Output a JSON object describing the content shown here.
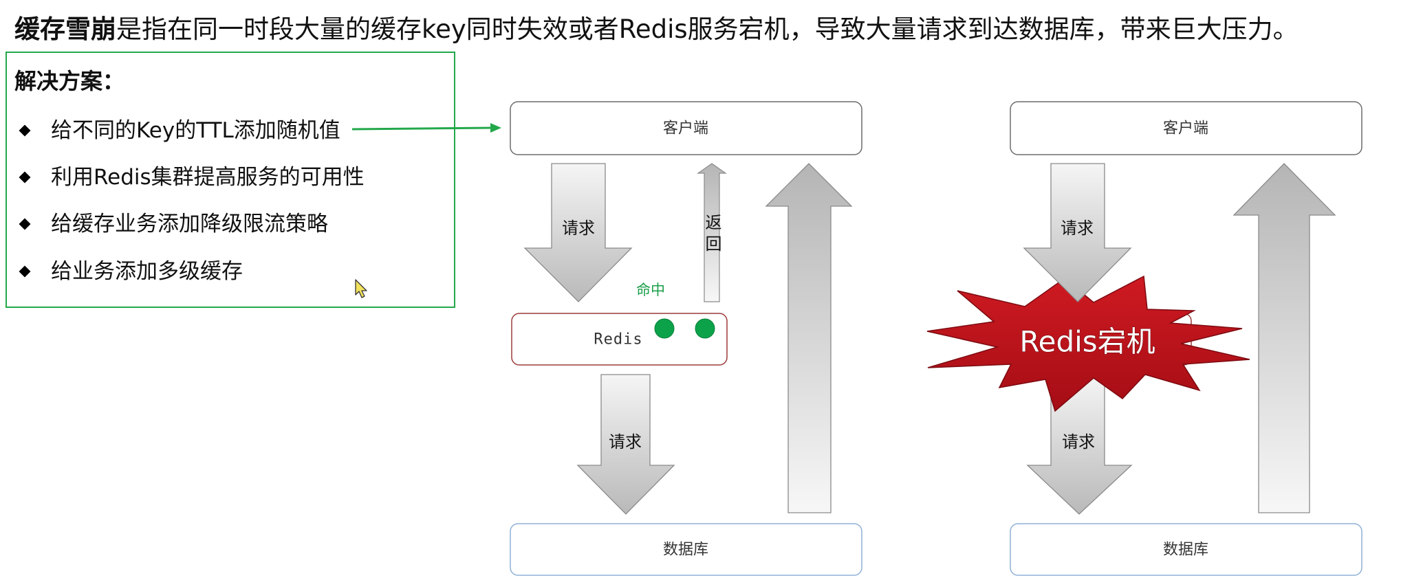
{
  "title": {
    "keyword": "缓存雪崩",
    "description": "是指在同一时段大量的缓存key同时失效或者Redis服务宕机，导致大量请求到达数据库，带来巨大压力。"
  },
  "solutions": {
    "heading": "解决方案：",
    "items": [
      "给不同的Key的TTL添加随机值",
      "利用Redis集群提高服务的可用性",
      "给缓存业务添加降级限流策略",
      "给业务添加多级缓存"
    ]
  },
  "diagram_normal": {
    "client": "客户端",
    "request_to_redis": "请求",
    "return": "返回",
    "hit": "命中",
    "redis": "Redis",
    "request_to_db": "请求",
    "database": "数据库"
  },
  "diagram_down": {
    "client": "客户端",
    "request_to_redis": "请求",
    "redis_down": "Redis宕机",
    "request_to_db": "请求",
    "database": "数据库"
  },
  "icons": {
    "bullet": "diamond-bullet-icon",
    "cursor": "mouse-cursor-icon",
    "hit_indicator": "green-dot-icon",
    "explosion": "explosion-starburst-icon",
    "pointer_arrow": "green-arrow-icon"
  },
  "colors": {
    "solution_border": "#22a84a",
    "hit_text": "#1a9e4a",
    "hit_dot": "#0ca24a",
    "redis_border": "#9b3a3a",
    "database_border": "#8fb0d6",
    "explosion_fill": "#b5121b"
  }
}
